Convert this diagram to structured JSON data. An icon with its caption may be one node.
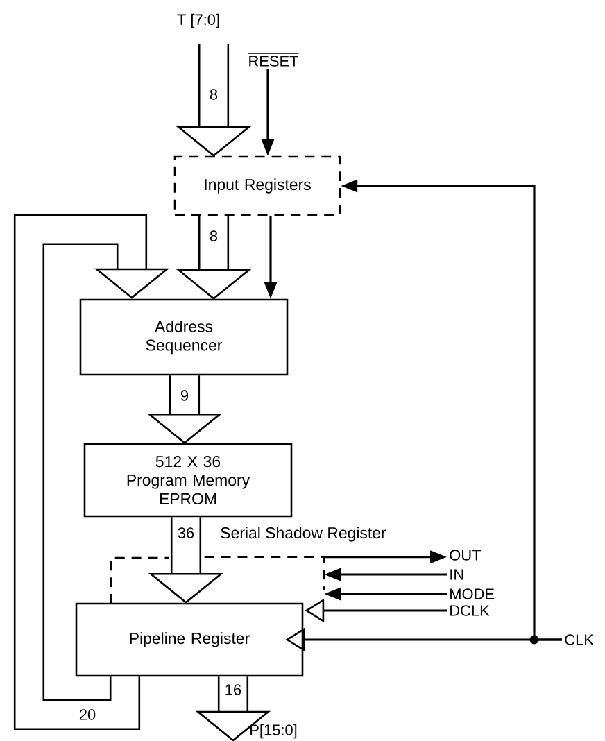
{
  "diagram": {
    "nodes": [
      {
        "text": [
          "Input Registers"
        ]
      },
      {
        "text": [
          "Address Sequencer"
        ]
      },
      {
        "text": [
          "512 X 36",
          "Program Memory EPROM"
        ]
      },
      {
        "text": [
          "Pipeline Register"
        ]
      },
      {
        "text": [
          "Serial Shadow Register"
        ]
      },
      {
        "text": [
          "T [7:0]"
        ]
      },
      {
        "text": [
          "RESET"
        ]
      },
      {
        "text": [
          "OUT"
        ]
      },
      {
        "text": [
          "IN"
        ]
      },
      {
        "text": [
          "MODE"
        ]
      },
      {
        "text": [
          "DCLK"
        ]
      },
      {
        "text": [
          "CLK"
        ]
      },
      {
        "text": [
          "P[15:0]"
        ]
      }
    ],
    "edges": [
      {
        "from": 5,
        "to": 0,
        "arrow": "to",
        "label": "8",
        "style": "thick"
      },
      {
        "from": 6,
        "to": 0,
        "arrow": "to"
      },
      {
        "from": 0,
        "to": 1,
        "arrow": "to",
        "label": "8",
        "style": "thick"
      },
      {
        "from": 0,
        "to": 1,
        "arrow": "to"
      },
      {
        "from": 1,
        "to": 2,
        "arrow": "to",
        "label": "9",
        "style": "thick"
      },
      {
        "from": 2,
        "to": 3,
        "arrow": "to",
        "label": "36",
        "style": "thick"
      },
      {
        "from": 3,
        "to": 12,
        "arrow": "to",
        "label": "16",
        "style": "thick"
      },
      {
        "from": 3,
        "to": 1,
        "arrow": "to",
        "label": "20",
        "style": "thick"
      },
      {
        "from": 11,
        "to": 0,
        "arrow": "to"
      },
      {
        "from": 11,
        "to": 3,
        "arrow": "to"
      },
      {
        "from": 4,
        "to": 7,
        "arrow": "to"
      },
      {
        "from": 8,
        "to": 4,
        "arrow": "to"
      },
      {
        "from": 9,
        "to": 4,
        "arrow": "to"
      },
      {
        "from": 10,
        "to": 4,
        "arrow": "to"
      }
    ]
  }
}
